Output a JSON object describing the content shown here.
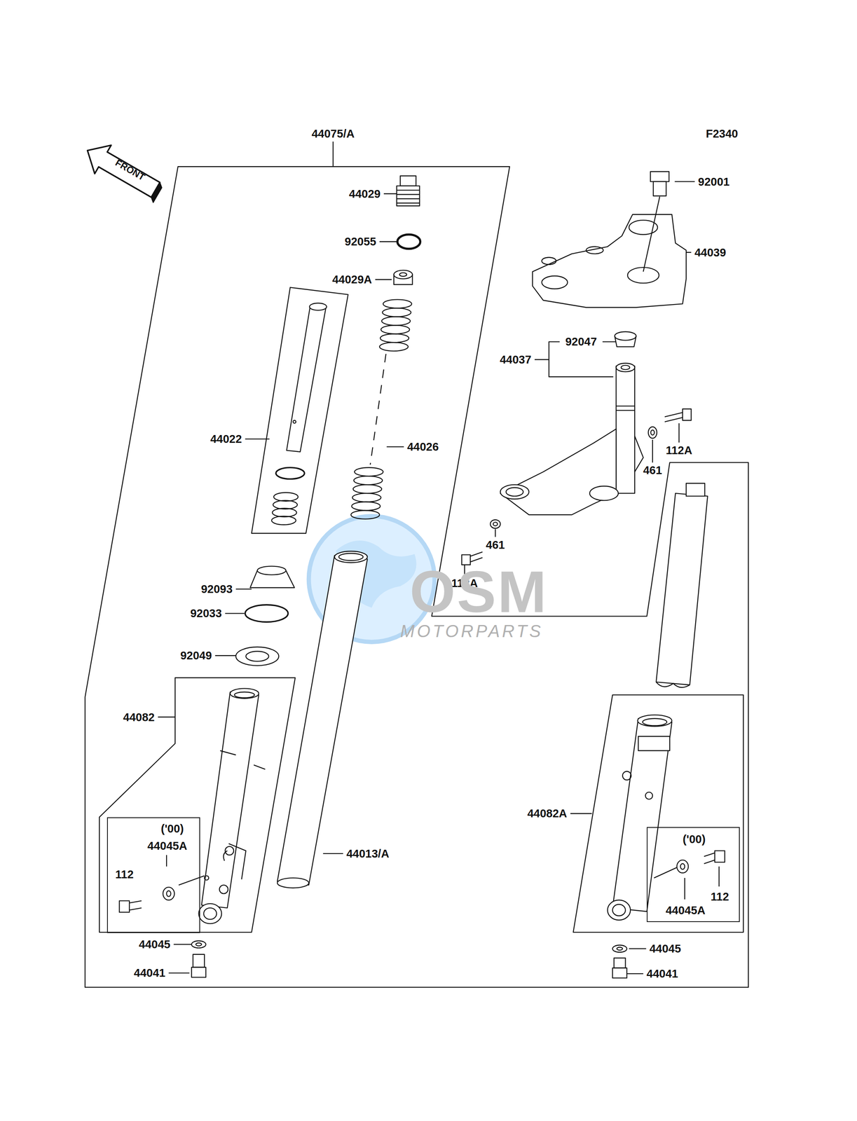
{
  "diagram": {
    "nodes": [
      {
        "text": [
          "('00)",
          "44045A",
          "112"
        ]
      },
      {
        "text": [
          "('00)",
          "44045A",
          "112"
        ]
      }
    ],
    "labels": [
      "44075/A",
      "F2340",
      "FRONT",
      "44029",
      "92001",
      "92055",
      "44039",
      "44029A",
      "92047",
      "44037",
      "44022",
      "44026",
      "112A",
      "461",
      "461",
      "92093",
      "112A",
      "OSM",
      "MOTORPARTS",
      "92033",
      "92049",
      "44082",
      "44082A",
      "44013/A",
      "44045",
      "44045",
      "44041",
      "44041"
    ]
  }
}
